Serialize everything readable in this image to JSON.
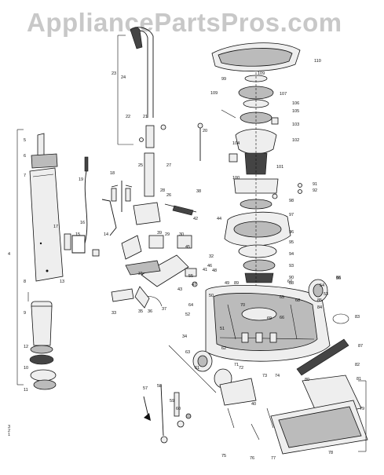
{
  "watermark": "AppliancePartsPros.com",
  "labels": [
    "110",
    "109",
    "99",
    "109",
    "107",
    "106",
    "105",
    "104",
    "103",
    "102",
    "101",
    "100",
    "98",
    "97",
    "96",
    "95",
    "94",
    "93",
    "92",
    "91",
    "90",
    "89",
    "88",
    "87",
    "86",
    "85",
    "84",
    "83",
    "82",
    "81",
    "80",
    "79",
    "78",
    "77",
    "76",
    "75",
    "74",
    "73",
    "72",
    "71",
    "70",
    "69",
    "68",
    "67",
    "66",
    "65",
    "64",
    "63",
    "62",
    "61",
    "60",
    "59",
    "58",
    "57",
    "56",
    "55",
    "54",
    "53",
    "52",
    "51",
    "50",
    "49",
    "48",
    "47",
    "46",
    "45",
    "44",
    "43",
    "42",
    "41",
    "40",
    "39",
    "38",
    "37",
    "36",
    "35",
    "34",
    "33",
    "32",
    "31",
    "30",
    "29",
    "28",
    "27",
    "26",
    "25",
    "24",
    "23",
    "22",
    "21",
    "20",
    "19",
    "18",
    "17",
    "16",
    "15",
    "14",
    "13",
    "12",
    "11",
    "10",
    "9",
    "8",
    "7",
    "6",
    "5",
    "4",
    "3",
    "2",
    "1"
  ]
}
